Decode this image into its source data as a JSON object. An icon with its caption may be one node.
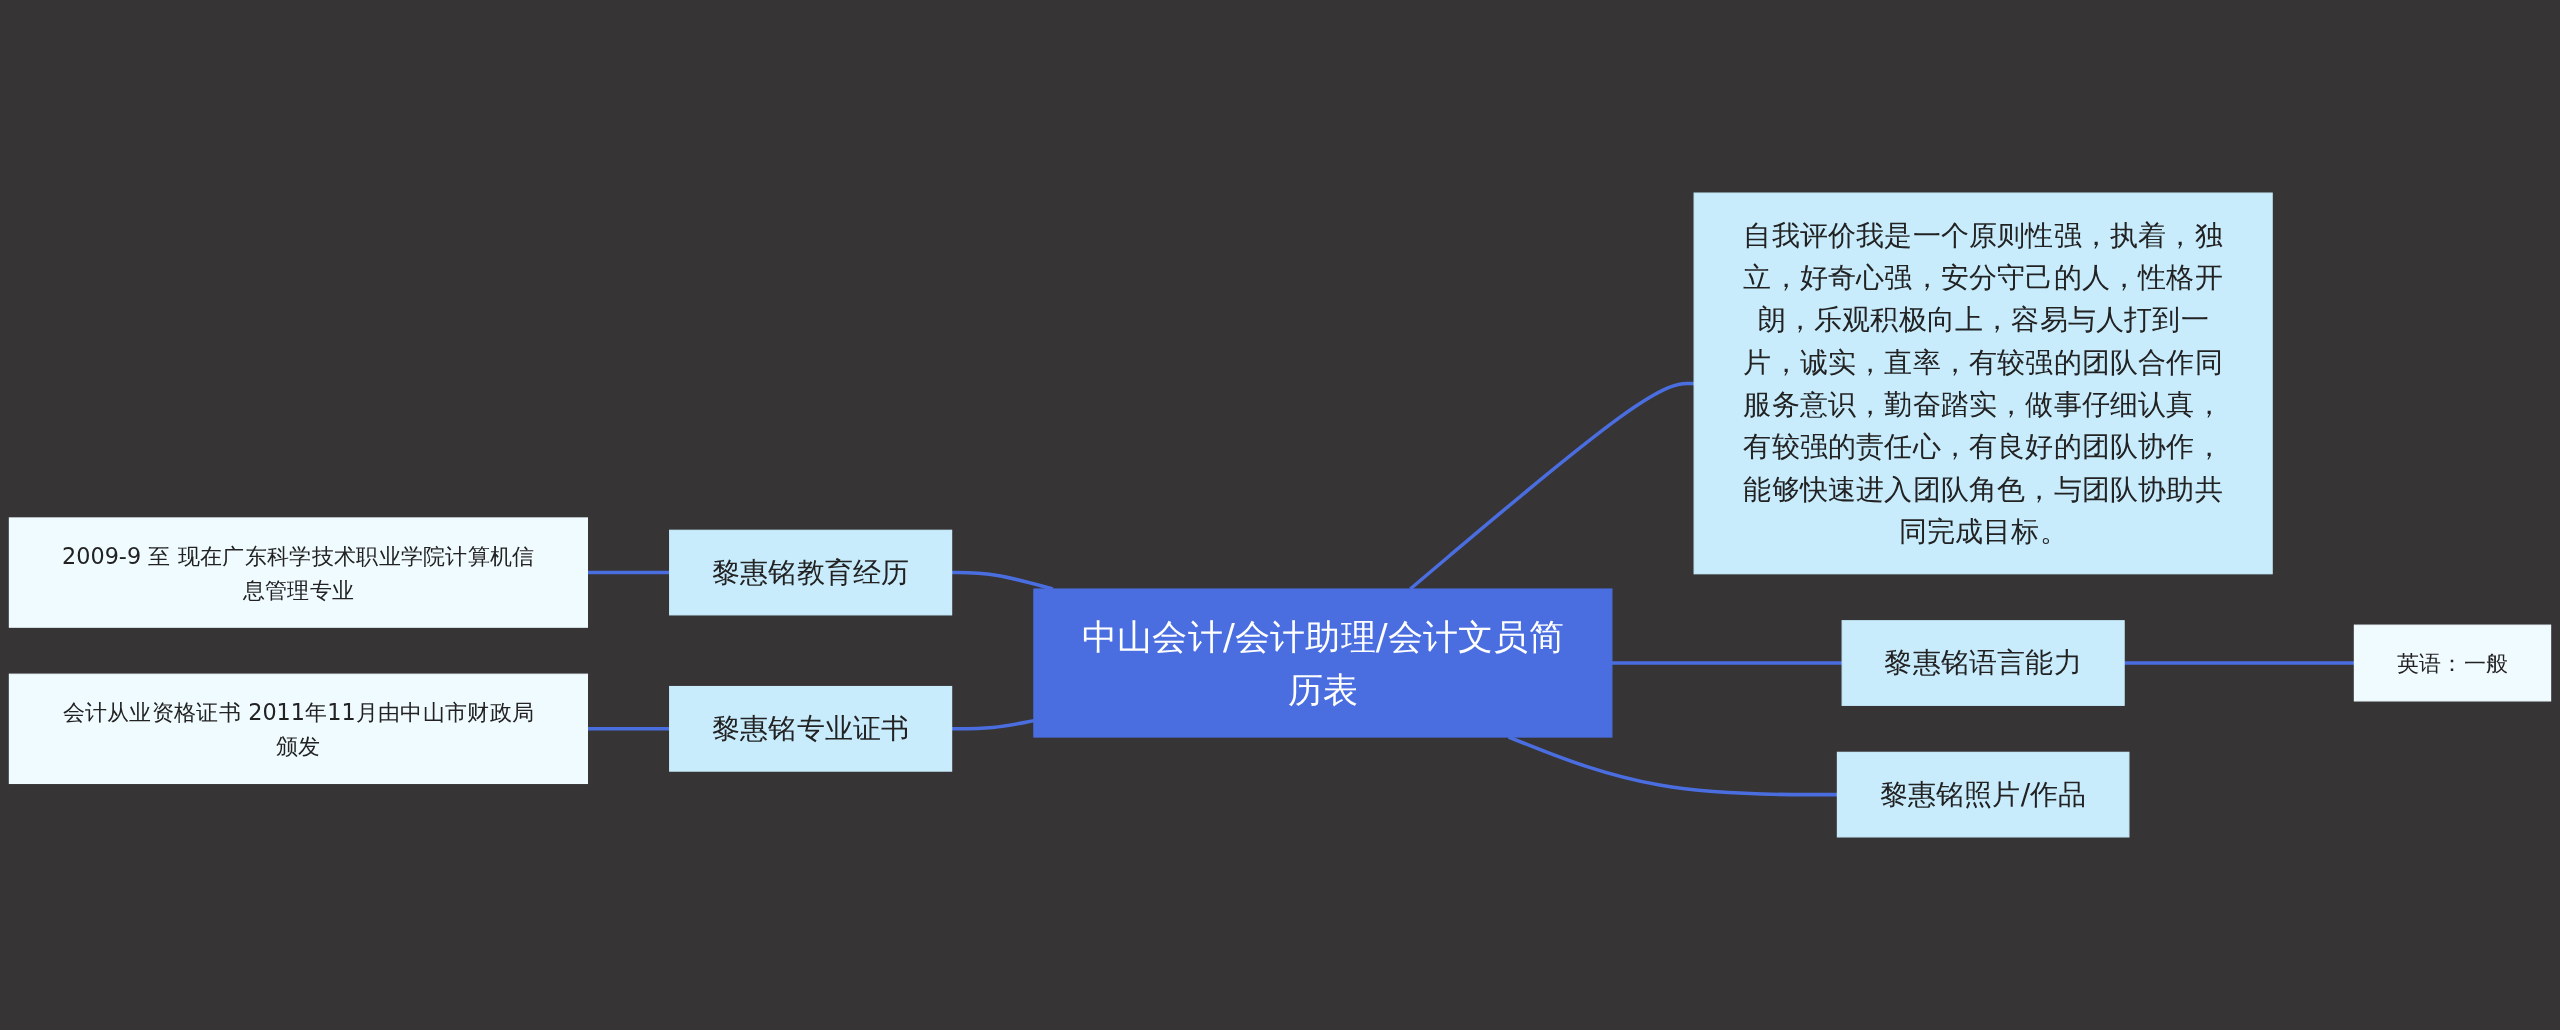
{
  "diagram": {
    "nodes": [
      {
        "text": [
          "中山会计/会计助理/会计文员简历表"
        ]
      },
      {
        "text": [
          "黎惠铭教育经历"
        ]
      },
      {
        "text": [
          "2009-9 至 现在广东科学技术职业学院计算机信息管理专业"
        ]
      },
      {
        "text": [
          "黎惠铭专业证书"
        ]
      },
      {
        "text": [
          "会计从业资格证书 2011年11月由中山市财政局颁发"
        ]
      },
      {
        "text": [
          "自我评价我是一个原则性强，执着，独立，好奇心强，安分守己的人，性格开朗，乐观积极向上，容易与人打到一片，诚实，直率，有较强的团队合作同服务意识，勤奋踏实，做事仔细认真，有较强的责任心，有良好的团队协作，能够快速进入团队角色，与团队协助共同完成目标。"
        ]
      },
      {
        "text": [
          "黎惠铭语言能力"
        ]
      },
      {
        "text": [
          "英语：一般"
        ]
      },
      {
        "text": [
          "黎惠铭照片/作品"
        ]
      }
    ],
    "edges": [
      {
        "from": 2,
        "to": 1,
        "arrow": "none"
      },
      {
        "from": 4,
        "to": 3,
        "arrow": "none"
      },
      {
        "from": 1,
        "to": 0,
        "arrow": "none"
      },
      {
        "from": 3,
        "to": 0,
        "arrow": "none"
      },
      {
        "from": 0,
        "to": 5,
        "arrow": "none"
      },
      {
        "from": 0,
        "to": 6,
        "arrow": "none"
      },
      {
        "from": 6,
        "to": 7,
        "arrow": "none"
      },
      {
        "from": 0,
        "to": 8,
        "arrow": "none"
      }
    ]
  }
}
